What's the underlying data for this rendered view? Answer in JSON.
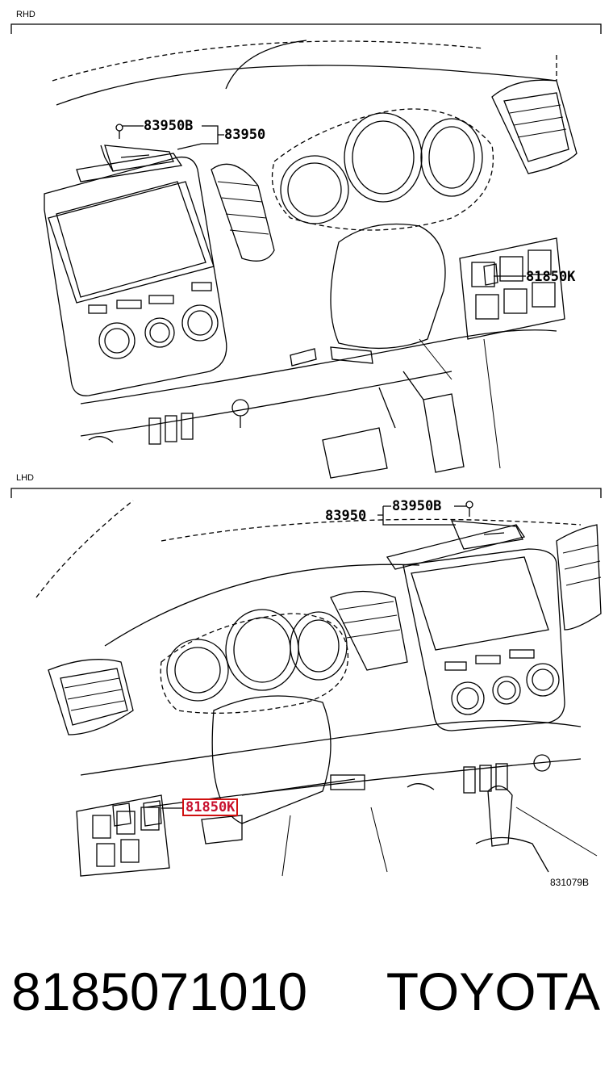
{
  "sections": [
    {
      "label": "RHD",
      "callouts": {
        "bolt": "83950B",
        "assembly": "83950",
        "switch": "81850K"
      }
    },
    {
      "label": "LHD",
      "callouts": {
        "assembly": "83950",
        "bolt": "83950B",
        "switch": "81850K"
      }
    }
  ],
  "figure_code": "831079B",
  "footer": {
    "part_number": "8185071010",
    "brand": "TOYOTA"
  },
  "highlight_color": "#d01010"
}
